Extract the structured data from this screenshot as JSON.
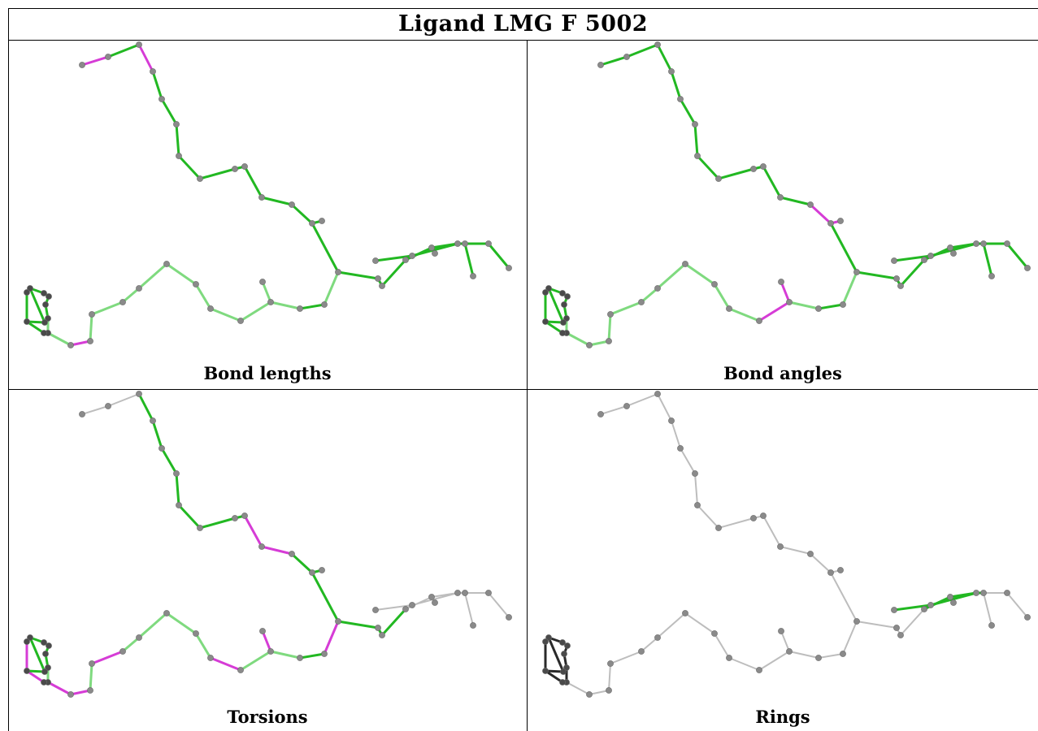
{
  "title": "Ligand LMG F 5002",
  "panels": [
    {
      "id": "bond-lengths",
      "caption": "Bond lengths"
    },
    {
      "id": "bond-angles",
      "caption": "Bond angles"
    },
    {
      "id": "torsions",
      "caption": "Torsions"
    },
    {
      "id": "rings",
      "caption": "Rings"
    }
  ],
  "colors": {
    "green": "#22b822",
    "light_green": "#7fda7f",
    "magenta": "#d63cd6",
    "gray": "#bdbdbd",
    "dark": "#2a2a2a",
    "atom": "#8a8a8a",
    "atom_dark": "#4a4a4a"
  }
}
